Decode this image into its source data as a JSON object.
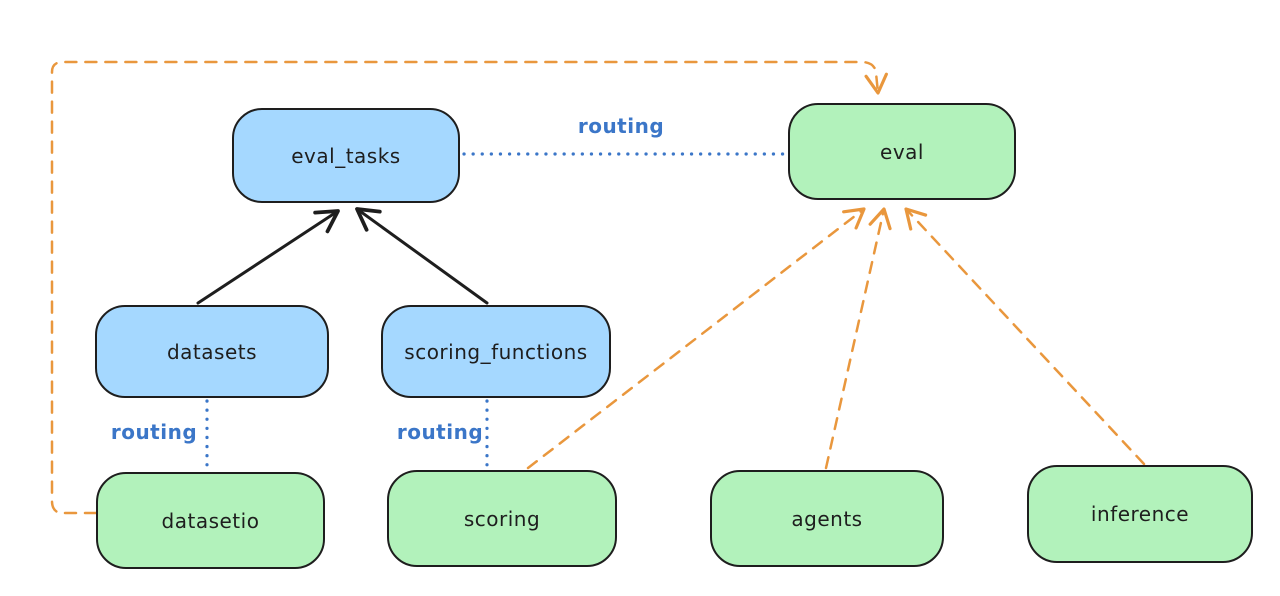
{
  "diagram": {
    "type": "architecture-flow",
    "style": "hand-drawn",
    "background": "#ffffff"
  },
  "colors": {
    "node_blue_fill": "#a5d8ff",
    "node_green_fill": "#b2f2bb",
    "node_stroke": "#1e1e1e",
    "solid_arrow": "#1e1e1e",
    "routing_blue": "#3b76c8",
    "dashed_orange": "#e9973d"
  },
  "nodes": {
    "eval_tasks": {
      "label": "eval_tasks",
      "fill": "#a5d8ff"
    },
    "eval": {
      "label": "eval",
      "fill": "#b2f2bb"
    },
    "datasets": {
      "label": "datasets",
      "fill": "#a5d8ff"
    },
    "scoring_functions": {
      "label": "scoring_functions",
      "fill": "#a5d8ff"
    },
    "datasetio": {
      "label": "datasetio",
      "fill": "#b2f2bb"
    },
    "scoring": {
      "label": "scoring",
      "fill": "#b2f2bb"
    },
    "agents": {
      "label": "agents",
      "fill": "#b2f2bb"
    },
    "inference": {
      "label": "inference",
      "fill": "#b2f2bb"
    }
  },
  "edges": [
    {
      "from": "datasets",
      "to": "eval_tasks",
      "style": "solid",
      "color": "#1e1e1e",
      "arrowhead": "end",
      "label": ""
    },
    {
      "from": "scoring_functions",
      "to": "eval_tasks",
      "style": "solid",
      "color": "#1e1e1e",
      "arrowhead": "end",
      "label": ""
    },
    {
      "from": "eval_tasks",
      "to": "eval",
      "style": "dotted",
      "color": "#3b76c8",
      "arrowhead": "none",
      "label": "routing"
    },
    {
      "from": "datasets",
      "to": "datasetio",
      "style": "dotted",
      "color": "#3b76c8",
      "arrowhead": "none",
      "label": "routing"
    },
    {
      "from": "scoring_functions",
      "to": "scoring",
      "style": "dotted",
      "color": "#3b76c8",
      "arrowhead": "none",
      "label": "routing"
    },
    {
      "from": "datasetio",
      "to": "eval",
      "style": "dashed",
      "color": "#e9973d",
      "arrowhead": "end",
      "label": "",
      "route": "left-and-over-top"
    },
    {
      "from": "scoring",
      "to": "eval",
      "style": "dashed",
      "color": "#e9973d",
      "arrowhead": "end",
      "label": ""
    },
    {
      "from": "agents",
      "to": "eval",
      "style": "dashed",
      "color": "#e9973d",
      "arrowhead": "end",
      "label": ""
    },
    {
      "from": "inference",
      "to": "eval",
      "style": "dashed",
      "color": "#e9973d",
      "arrowhead": "end",
      "label": ""
    }
  ]
}
